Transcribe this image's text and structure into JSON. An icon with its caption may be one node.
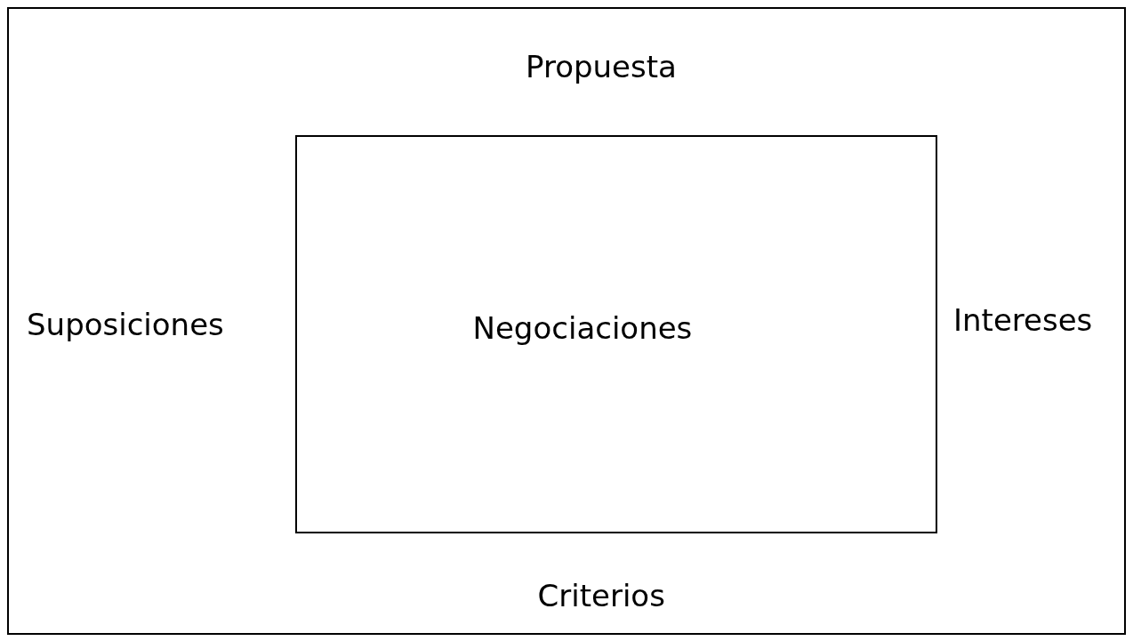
{
  "diagram": {
    "nodes": [
      {
        "text": [
          "Propuesta",
          "Suposiciones",
          "Intereses",
          "Criterios"
        ]
      },
      {
        "text": [
          "Negociaciones"
        ],
        "in": 0
      }
    ]
  }
}
